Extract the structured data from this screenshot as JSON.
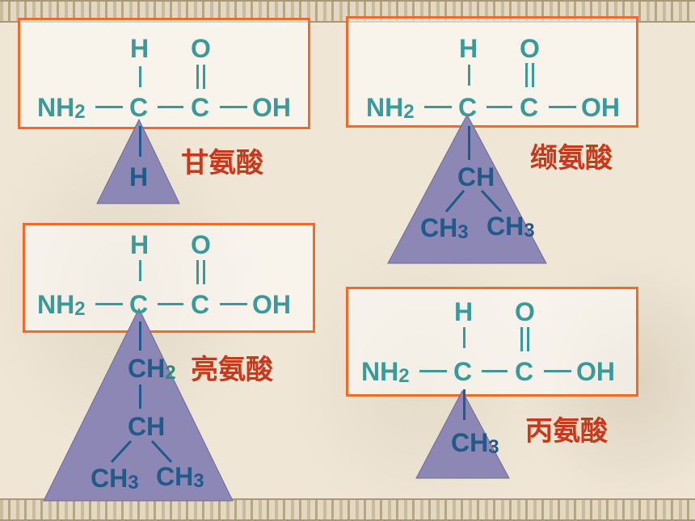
{
  "atoms": {
    "h": "H",
    "o": "O",
    "c": "C",
    "ch": "CH",
    "nh": "NH",
    "oh": "OH",
    "sub2": "2",
    "sub3": "3"
  },
  "molecules": {
    "glycine": {
      "name": "甘氨酸"
    },
    "valine": {
      "name": "缬氨酸"
    },
    "leucine": {
      "name": "亮氨酸"
    },
    "alanine": {
      "name": "丙氨酸"
    }
  },
  "colors": {
    "panel_border": "#f06a2a",
    "formula_text": "#3a9a9a",
    "r_group_fill": "#8c87b4",
    "name_text": "#c8381a"
  }
}
